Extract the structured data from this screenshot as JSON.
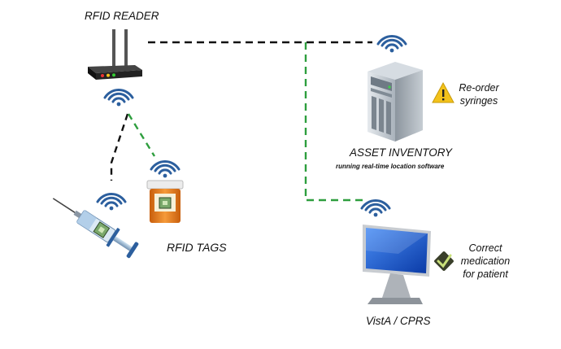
{
  "labels": {
    "rfid_reader": "RFID READER",
    "rfid_tags": "RFID TAGS",
    "asset_inventory": "ASSET INVENTORY",
    "asset_inventory_sub": "running real-time location software",
    "vista_cprs": "VistA / CPRS",
    "reorder_note": "Re-order syringes",
    "correct_note": "Correct medication for patient"
  },
  "connections": [
    {
      "from": "rfid-reader",
      "to": "asset-inventory",
      "style": "black-dashed"
    },
    {
      "from": "rfid-reader",
      "to": "vista-cprs",
      "style": "green-dashed"
    },
    {
      "from": "rfid-reader",
      "to": "syringe-tag",
      "style": "black-dashed"
    },
    {
      "from": "rfid-reader",
      "to": "bottle-tag",
      "style": "green-dashed"
    }
  ],
  "colors": {
    "black_link": "#111111",
    "green_link": "#2e9e3e",
    "wifi": "#2c5f9e",
    "screen": "#1f5fd6",
    "bottle": "#e07a1a",
    "warning": "#f3c21b"
  }
}
